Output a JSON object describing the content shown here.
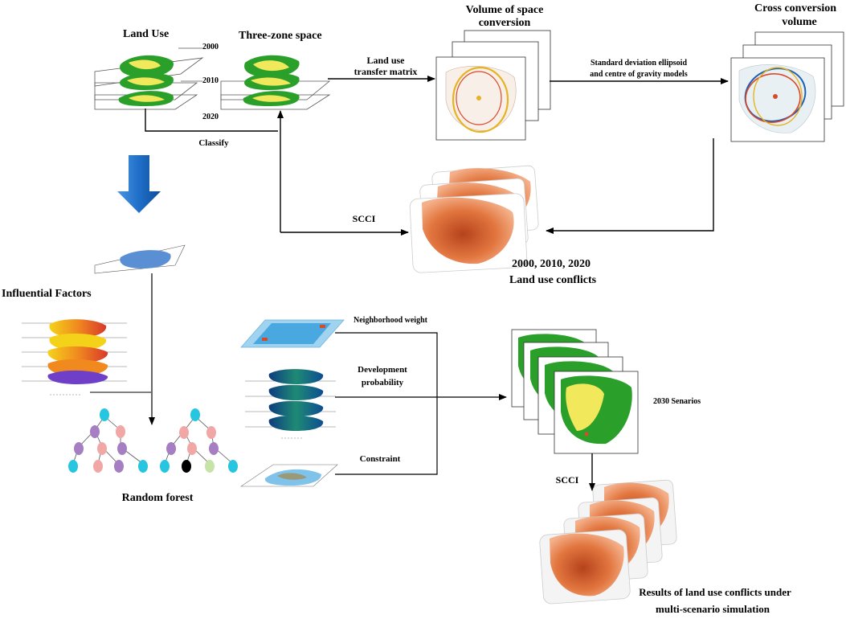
{
  "labels": {
    "land_use": "Land Use",
    "year_2000": "2000",
    "year_2010": "2010",
    "year_2020": "2020",
    "three_zone_space": "Three-zone space",
    "transfer_matrix_line1": "Land use",
    "transfer_matrix_line2": "transfer matrix",
    "volume_line1": "Volume of space",
    "volume_line2": "conversion",
    "sde_line1": "Standard deviation ellipsoid",
    "sde_line2": "and centre of gravity models",
    "cross_line1": "Cross conversion",
    "cross_line2": "volume",
    "classify": "Classify",
    "scci_top": "SCCI",
    "conflicts_line1": "2000, 2010,  2020",
    "conflicts_line2": "Land use conflicts",
    "influential_factors": "Influential Factors",
    "neighborhood_weight": "Neighborhood weight",
    "development_line1": "Development",
    "development_line2": "probability",
    "constraint": "Constraint",
    "scenarios_2030": "2030 Senarios",
    "scci_bottom": "SCCI",
    "random_forest": "Random forest",
    "results_line1": "Results of land use conflicts under",
    "results_line2": "multi-scenario simulation"
  },
  "colors": {
    "arrow_blue": "#1f6fc9",
    "conflict_orange": "#e2763f",
    "landuse_green": "#2aa02a",
    "landuse_yellow": "#f2e85c",
    "neighborhood_blue": "#7fc3ea",
    "tree_purple": "#a67fc2",
    "tree_pink": "#f2a7a7",
    "tree_cyan": "#27c6e0"
  }
}
